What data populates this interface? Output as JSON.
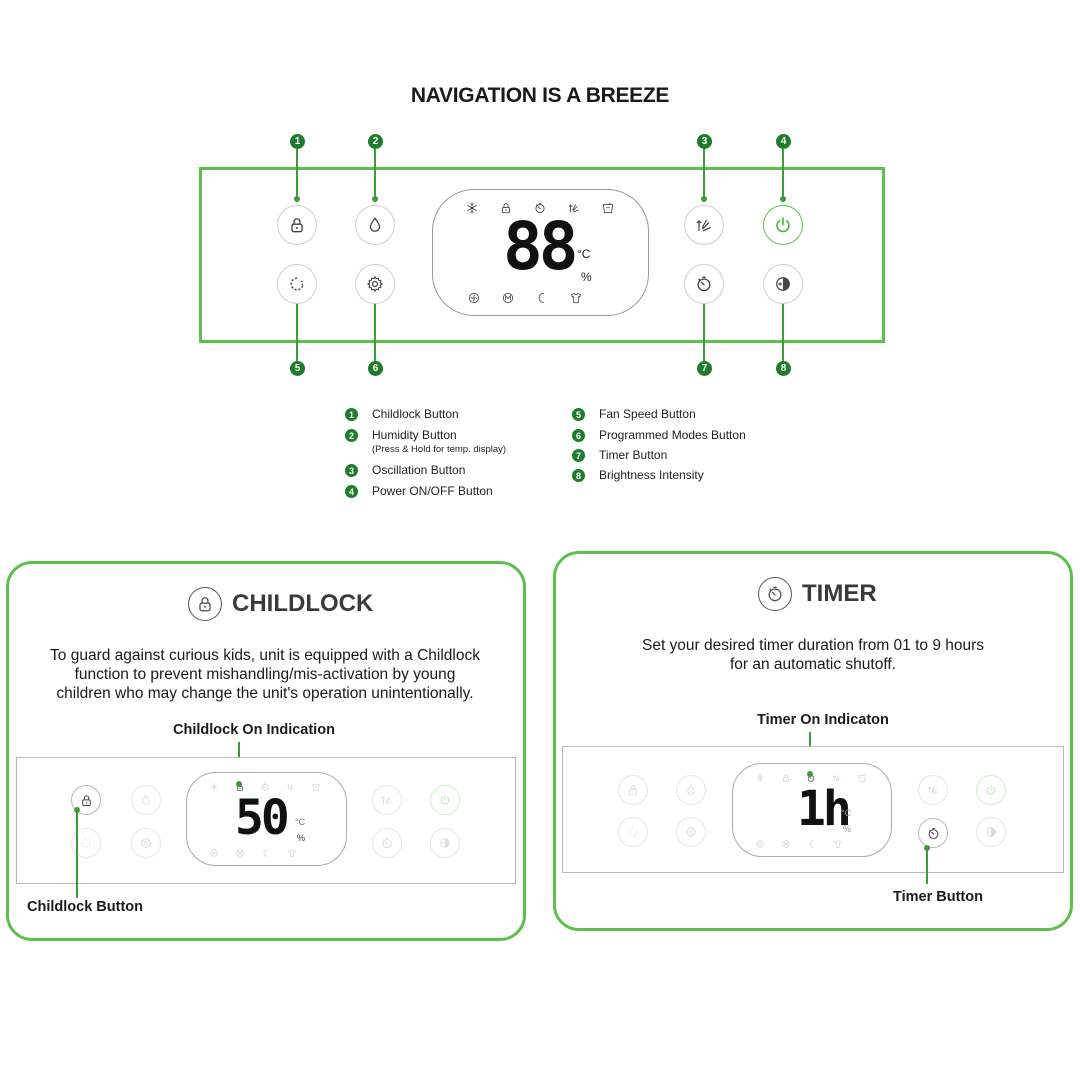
{
  "title": "NAVIGATION IS A BREEZE",
  "top_panel": {
    "display_digits": "88",
    "display_units": [
      "°C",
      "%"
    ],
    "callout_numbers": [
      "1",
      "2",
      "3",
      "4",
      "5",
      "6",
      "7",
      "8"
    ]
  },
  "legend": {
    "left": [
      {
        "num": "1",
        "label": "Childlock Button",
        "sub": ""
      },
      {
        "num": "2",
        "label": "Humidity Button",
        "sub": "(Press & Hold for temp. display)"
      },
      {
        "num": "3",
        "label": "Oscillation Button",
        "sub": ""
      },
      {
        "num": "4",
        "label": "Power ON/OFF Button",
        "sub": ""
      }
    ],
    "right": [
      {
        "num": "5",
        "label": "Fan Speed Button"
      },
      {
        "num": "6",
        "label": "Programmed Modes Button"
      },
      {
        "num": "7",
        "label": "Timer Button"
      },
      {
        "num": "8",
        "label": "Brightness Intensity"
      }
    ]
  },
  "childlock": {
    "title": "CHILDLOCK",
    "description": "To guard against curious kids, unit is equipped with a Childlock function to prevent mishandling/mis-activation by young children who may change the unit's operation unintentionally.",
    "desc_lines": [
      "To guard against curious kids, unit is equipped with a Childlock",
      "function to prevent mishandling/mis-activation by young",
      "children who may change the unit's operation unintentionally."
    ],
    "indicator_label": "Childlock On Indication",
    "button_label": "Childlock Button",
    "display_digits": "50",
    "display_units": [
      "°C",
      "%"
    ]
  },
  "timer": {
    "title": "TIMER",
    "desc_lines": [
      "Set your desired timer duration from 01 to 9 hours",
      "for an automatic shutoff."
    ],
    "indicator_label": "Timer On Indicaton",
    "button_label": "Timer Button",
    "display_digits": "1h",
    "display_units": [
      "°C",
      "%"
    ]
  },
  "colors": {
    "accent": "#5cc14a",
    "badge": "#1e7d2a",
    "line": "#3e9b3a"
  },
  "icons": {
    "row1_display": [
      "snowflake-icon",
      "lock-icon",
      "timer-icon",
      "oscillation-icon",
      "bucket-icon"
    ],
    "row2_display": [
      "fan-icon",
      "mode-m-icon",
      "moon-icon",
      "shirt-icon"
    ],
    "left_buttons": [
      "lock-icon",
      "drop-icon",
      "fan-speed-icon",
      "gear-icon"
    ],
    "right_buttons": [
      "oscillation-icon",
      "power-icon",
      "timer-icon",
      "brightness-icon"
    ]
  }
}
